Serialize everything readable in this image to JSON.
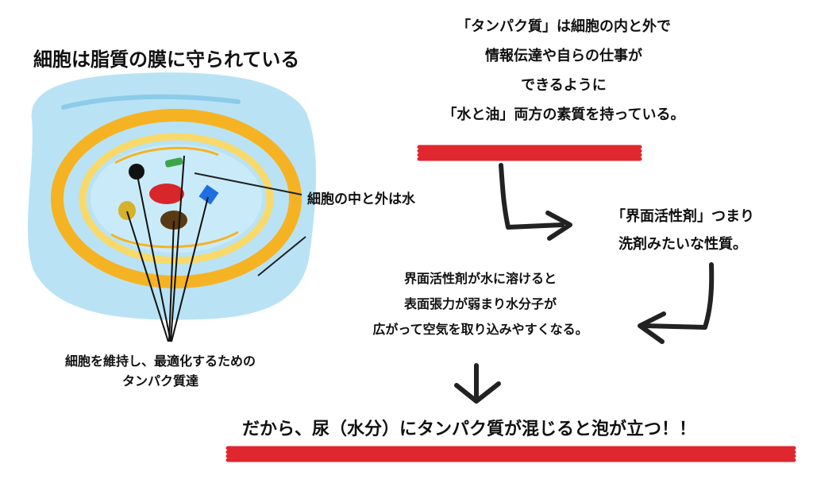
{
  "cell_title": "細胞は脂質の膜に守られている",
  "inside_outside_label": "細胞の中と外は水",
  "protein_label_lines": [
    "細胞を維持し、最適化するための",
    "タンパク質達"
  ],
  "protein_explanation_lines": [
    "「タンパク質」は細胞の内と外で",
    "情報伝達や自らの仕事が",
    "できるように",
    "「水と油」両方の素質を持っている。"
  ],
  "surfactant_lines": [
    "「界面活性剤」つまり",
    "洗剤みたいな性質。"
  ],
  "surface_tension_lines": [
    "界面活性剤が水に溶けると",
    "表面張力が弱まり水分子が",
    "広がって空気を取り込みやすくなる。"
  ],
  "conclusion": "だから、尿（水分）にタンパク質が混じると泡が立つ！！",
  "colors": {
    "water_blue": "#b9e3f5",
    "membrane_orange": "#f5b323",
    "membrane_yellow": "#f8d96a",
    "underline_red": "#e0262e",
    "protein_black": "#111111",
    "protein_green": "#3aa64a",
    "protein_red": "#d9262b",
    "protein_blue": "#1e6fe0",
    "protein_yellow": "#d6b12a",
    "protein_brown": "#5a3a12"
  }
}
